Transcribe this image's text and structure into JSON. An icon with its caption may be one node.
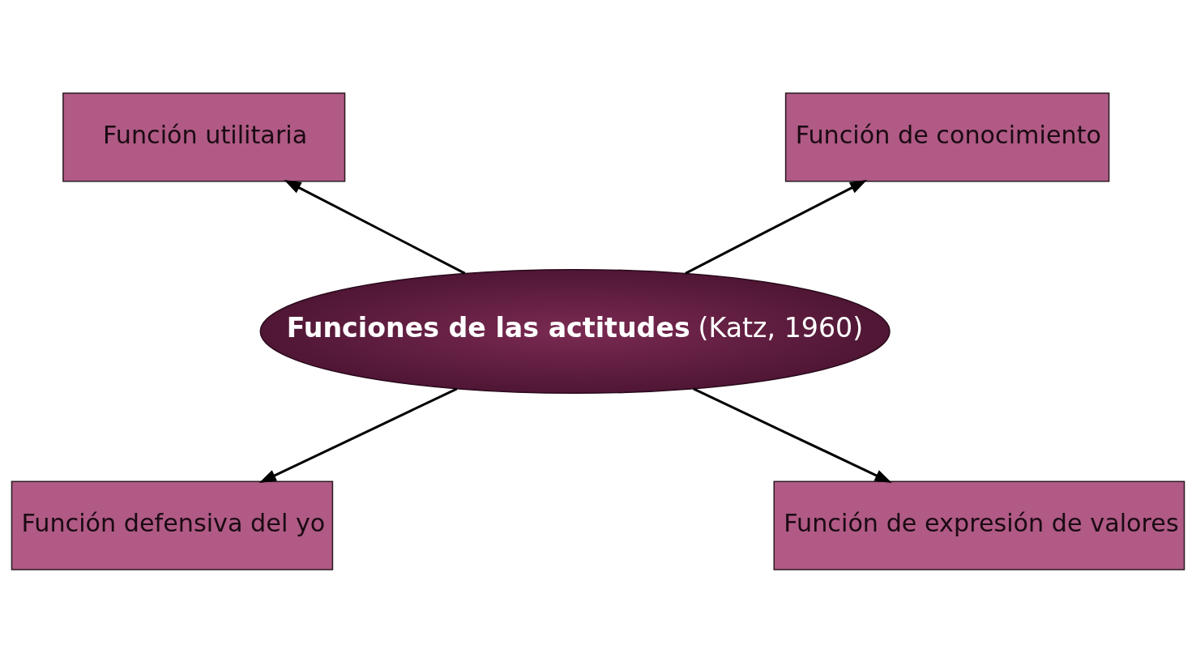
{
  "diagram": {
    "nodes": [
      {
        "text": [
          "Función utilitaria"
        ]
      },
      {
        "text": [
          "Función de conocimiento"
        ]
      },
      {
        "text": [
          "**Funciones de las actitudes** (Katz, 1960)"
        ]
      },
      {
        "text": [
          "Función defensiva del yo"
        ]
      },
      {
        "text": [
          "Función de expresión de valores"
        ]
      }
    ],
    "edges": [
      {
        "from": 2,
        "to": 0,
        "arrow": "to"
      },
      {
        "from": 2,
        "to": 1,
        "arrow": "to"
      },
      {
        "from": 2,
        "to": 3,
        "arrow": "to"
      },
      {
        "from": 2,
        "to": 4,
        "arrow": "to"
      }
    ]
  }
}
